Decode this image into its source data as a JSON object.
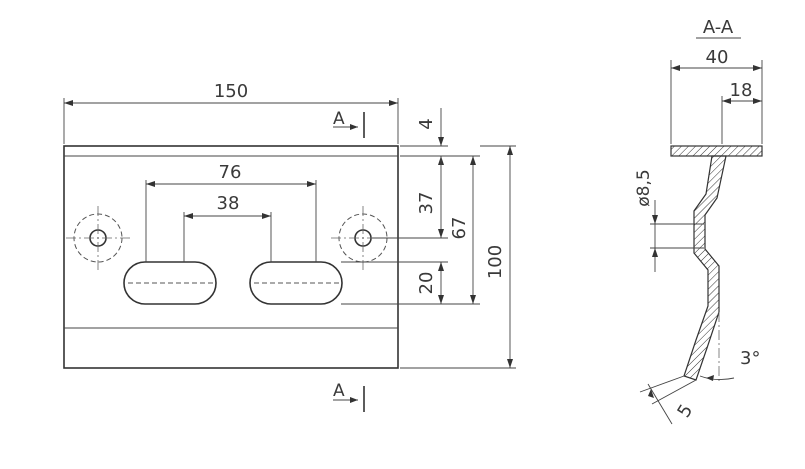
{
  "front_view": {
    "width_dim": "150",
    "height_dim": "100",
    "top_offset_dim": "4",
    "hole_to_top_dim": "37",
    "slot_bottom_dim": "67",
    "slot_height_dim": "20",
    "slot_outer_dim": "76",
    "slot_inner_dim": "38",
    "section_mark_top": "A",
    "section_mark_bottom": "A"
  },
  "section_view": {
    "title": "A-A",
    "flange_width_dim": "40",
    "flange_offset_dim": "18",
    "hole_dia_dim": "ø8,5",
    "angle_dim": "3°",
    "thickness_dim": "5"
  },
  "colors": {
    "line": "#333333",
    "text": "#3a3a3a",
    "background": "#ffffff"
  }
}
